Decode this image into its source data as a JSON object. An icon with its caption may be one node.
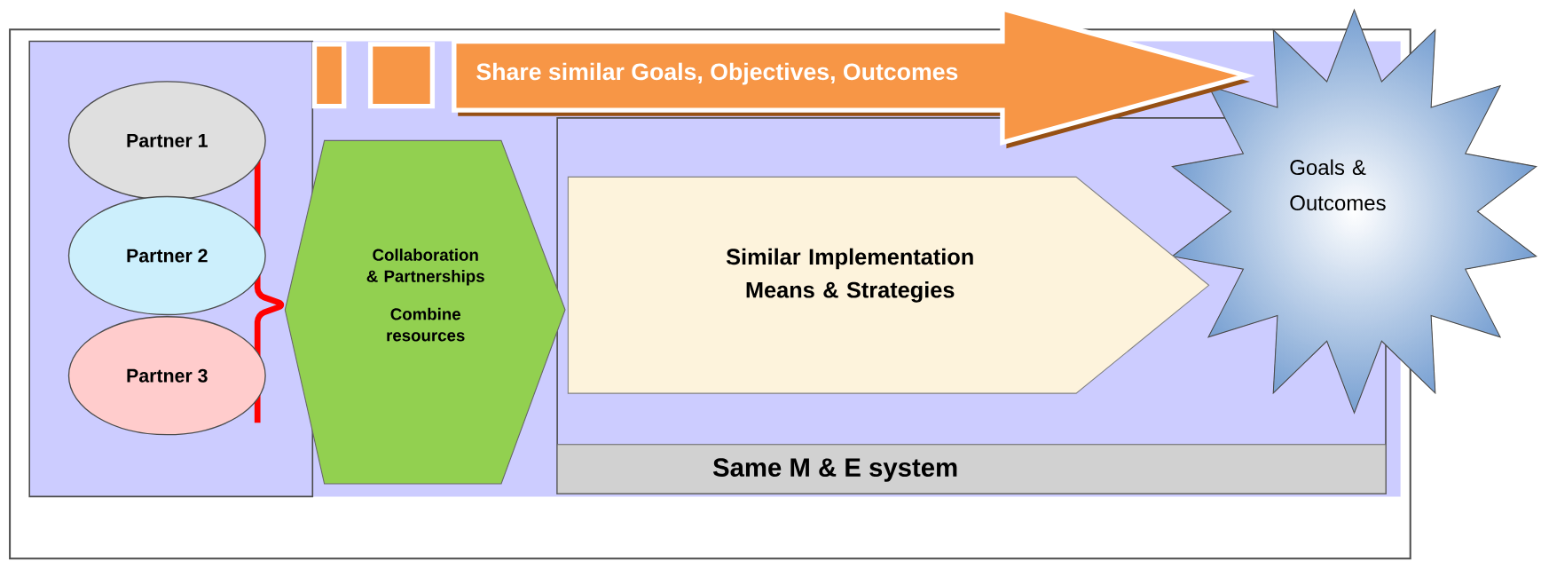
{
  "diagram": {
    "nodes": [
      {
        "text": [
          "Partner 1"
        ]
      },
      {
        "text": [
          "Partner 2"
        ]
      },
      {
        "text": [
          "Partner 3"
        ]
      },
      {
        "text": [
          "Collaboration & Partnerships",
          "Combine resources"
        ]
      },
      {
        "text": [
          "Goals & Outcomes"
        ]
      },
      {
        "text": [
          "Same M & E system"
        ]
      }
    ],
    "edges": [
      {
        "from": 3,
        "to": 4,
        "arrow": "to",
        "label": "Share similar Goals, Objectives, Outcomes",
        "style": "thick",
        "color": "#f79646"
      },
      {
        "from": 3,
        "to": 4,
        "arrow": "to",
        "label": "Similar Implementation Means & Strategies",
        "style": "thick"
      }
    ]
  }
}
